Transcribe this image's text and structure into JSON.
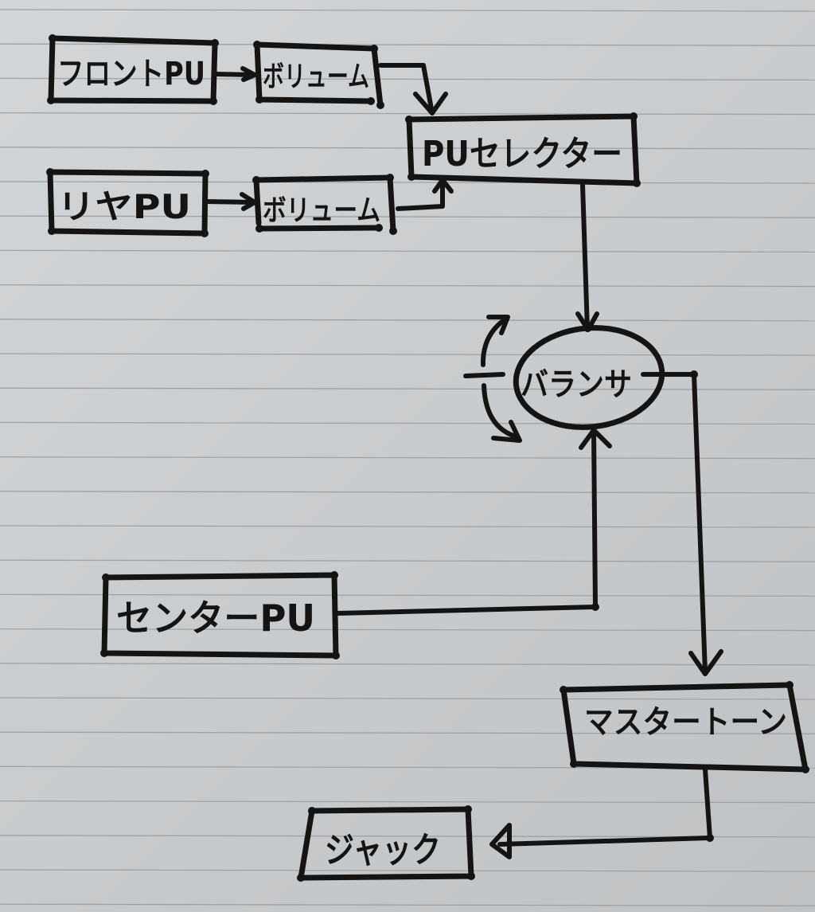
{
  "diagram": {
    "title": "",
    "nodes": {
      "front_pu": "フロントPU",
      "front_volume": "ボリューム",
      "rear_pu": "リヤPU",
      "rear_volume": "ボリューム",
      "pu_selector": "PUセレクター",
      "balancer": "バランサ",
      "center_pu": "センターPU",
      "master_tone": "マスタートーン",
      "jack": "ジャック"
    },
    "edges": [
      {
        "from": "フロントPU",
        "to": "ボリューム (front)"
      },
      {
        "from": "ボリューム (front)",
        "to": "PUセレクター"
      },
      {
        "from": "リヤPU",
        "to": "ボリューム (rear)"
      },
      {
        "from": "ボリューム (rear)",
        "to": "PUセレクター"
      },
      {
        "from": "PUセレクター",
        "to": "バランサ"
      },
      {
        "from": "センターPU",
        "to": "バランサ"
      },
      {
        "from": "バランサ",
        "to": "マスタートーン"
      },
      {
        "from": "マスタートーン",
        "to": "ジャック"
      }
    ],
    "balancer_knob": "rotary (bidirectional arrow)"
  },
  "colors": {
    "ink": "#141414",
    "paper": "#c8cbcd",
    "rule_line": "#9ea2a5"
  }
}
